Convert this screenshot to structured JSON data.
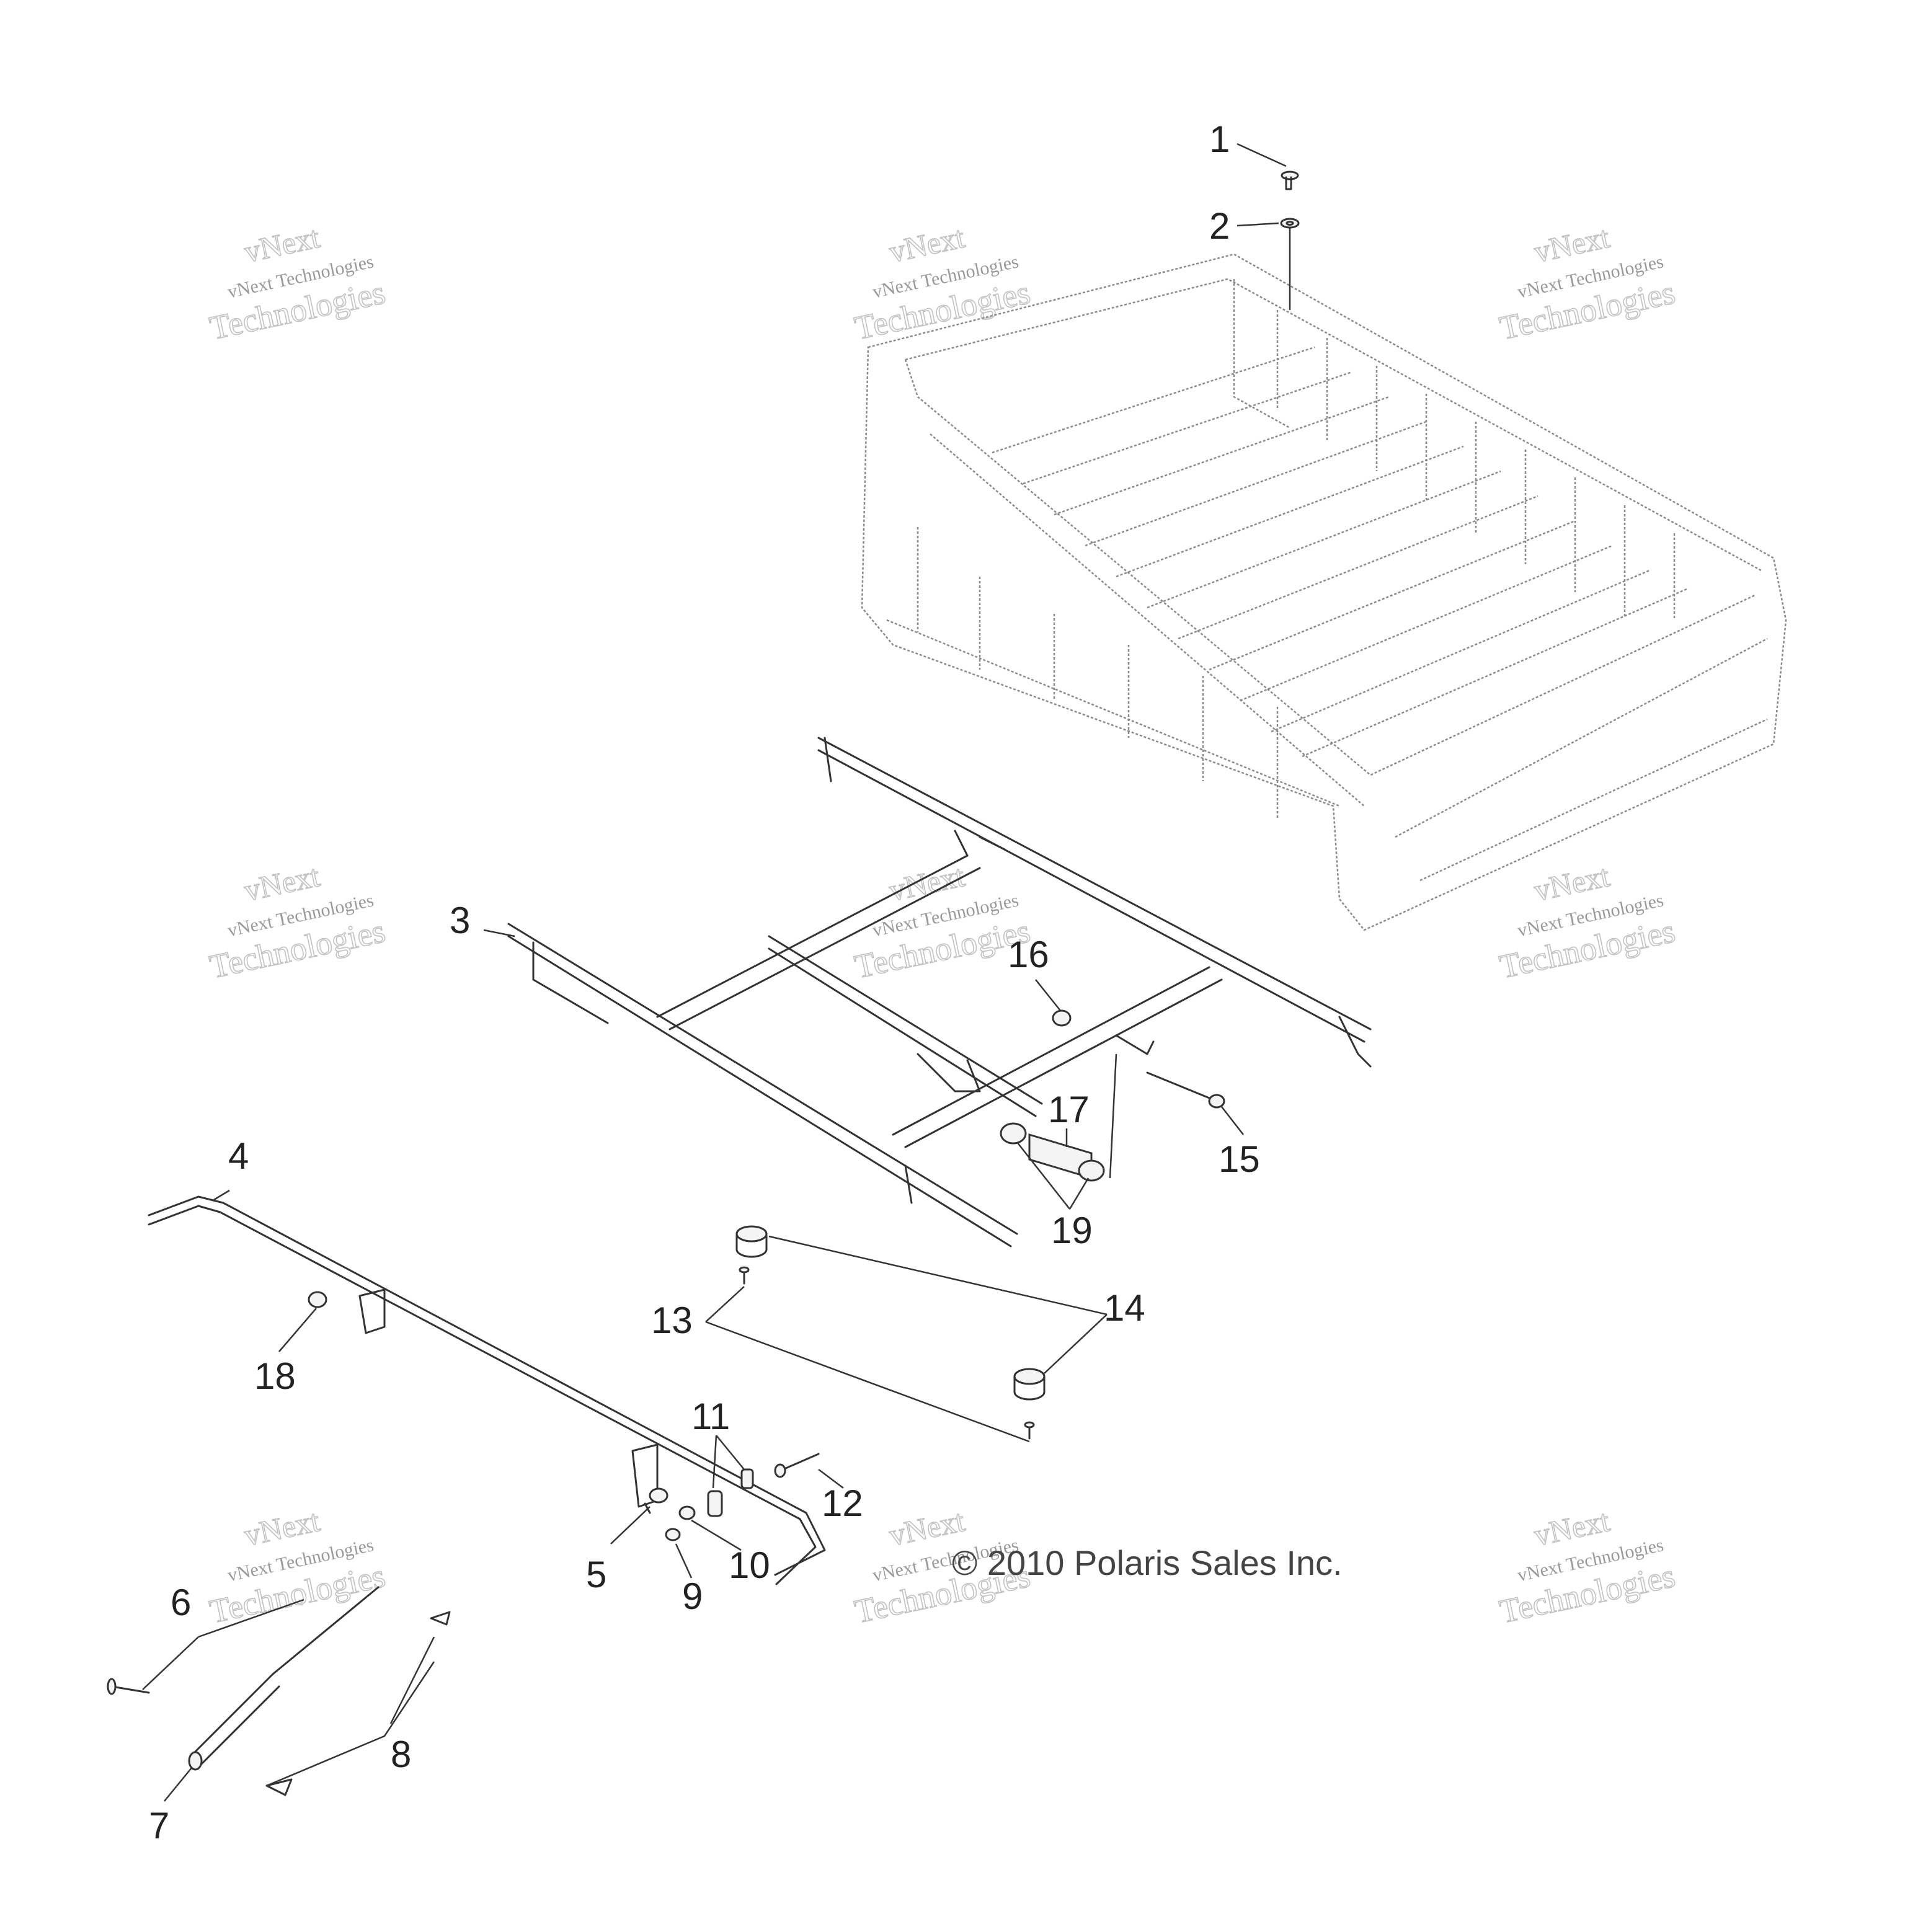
{
  "callouts": [
    "1",
    "2",
    "3",
    "4",
    "5",
    "6",
    "7",
    "8",
    "9",
    "10",
    "11",
    "12",
    "13",
    "14",
    "15",
    "16",
    "17",
    "18",
    "19"
  ],
  "copyright": "© 2010 Polaris Sales Inc.",
  "watermark": {
    "line1": "vNext Technologies",
    "line2": "vNext",
    "line3": "Technologies"
  }
}
